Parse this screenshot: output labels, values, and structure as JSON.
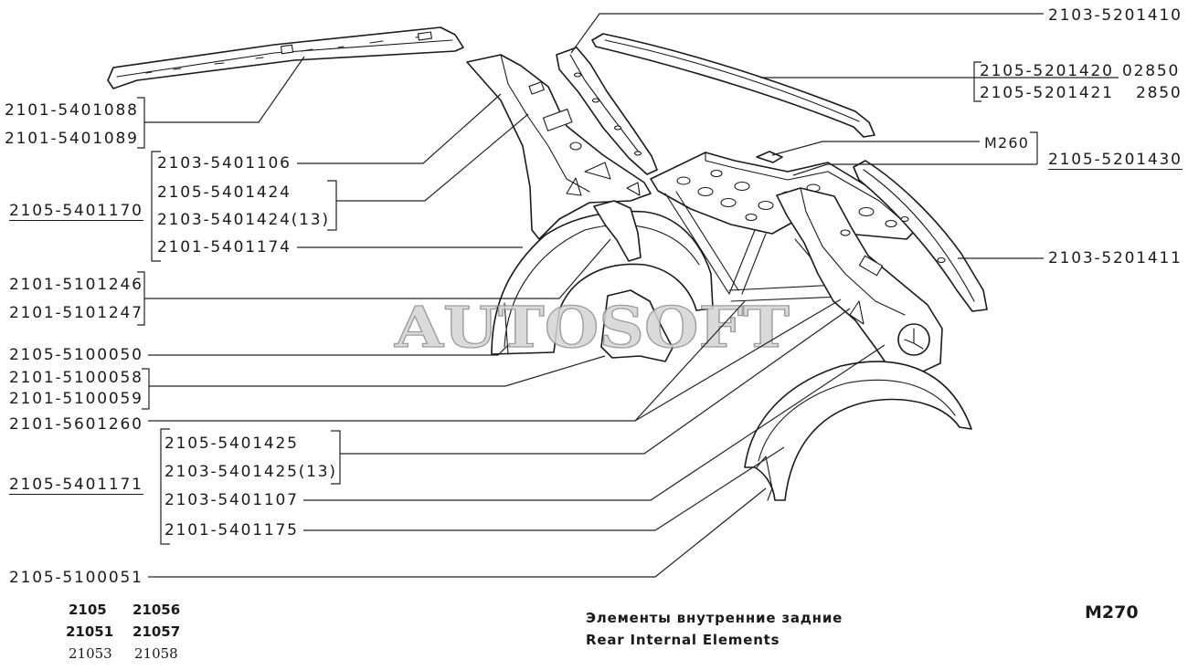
{
  "left_callouts": [
    "2101-5401088",
    "2101-5401089",
    "2103-5401106",
    "2105-5401424",
    "2105-5401170",
    "2103-5401424(13)",
    "2101-5401174",
    "2101-5101246",
    "2101-5101247",
    "2105-5100050",
    "2101-5100058",
    "2101-5100059",
    "2101-5601260",
    "2105-5401425",
    "2103-5401425(13)",
    "2105-5401171",
    "2103-5401107",
    "2101-5401175",
    "2105-5100051"
  ],
  "right_callouts": [
    {
      "part": "2103-5201410"
    },
    {
      "part": "2105-5201420",
      "variant": "02850"
    },
    {
      "part": "2105-5201421",
      "variant": "2850"
    },
    {
      "ref": "M260"
    },
    {
      "part": "2105-5201430"
    },
    {
      "part": "2103-5201411"
    }
  ],
  "models": [
    "2105",
    "21056",
    "21051",
    "21057",
    "21053",
    "21058"
  ],
  "caption": {
    "ru": "Элементы внутренние задние",
    "en": "Rear Internal Elements"
  },
  "page_code": "M270",
  "watermark": "AUTOSOFT",
  "colors": {
    "ink": "#1a1a1a",
    "background": "#ffffff",
    "watermark": "#d4d4d4"
  }
}
